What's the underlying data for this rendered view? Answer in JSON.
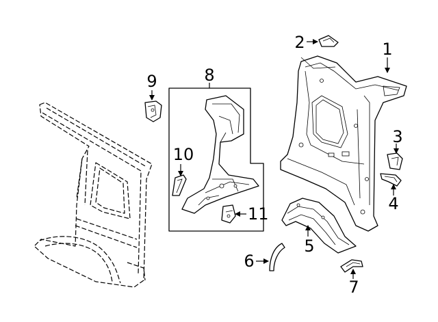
{
  "callouts": {
    "c1": "1",
    "c2": "2",
    "c3": "3",
    "c4": "4",
    "c5": "5",
    "c6": "6",
    "c7": "7",
    "c8": "8",
    "c9": "9",
    "c10": "10",
    "c11": "11"
  },
  "colors": {
    "line": "#000000",
    "background": "#ffffff"
  }
}
